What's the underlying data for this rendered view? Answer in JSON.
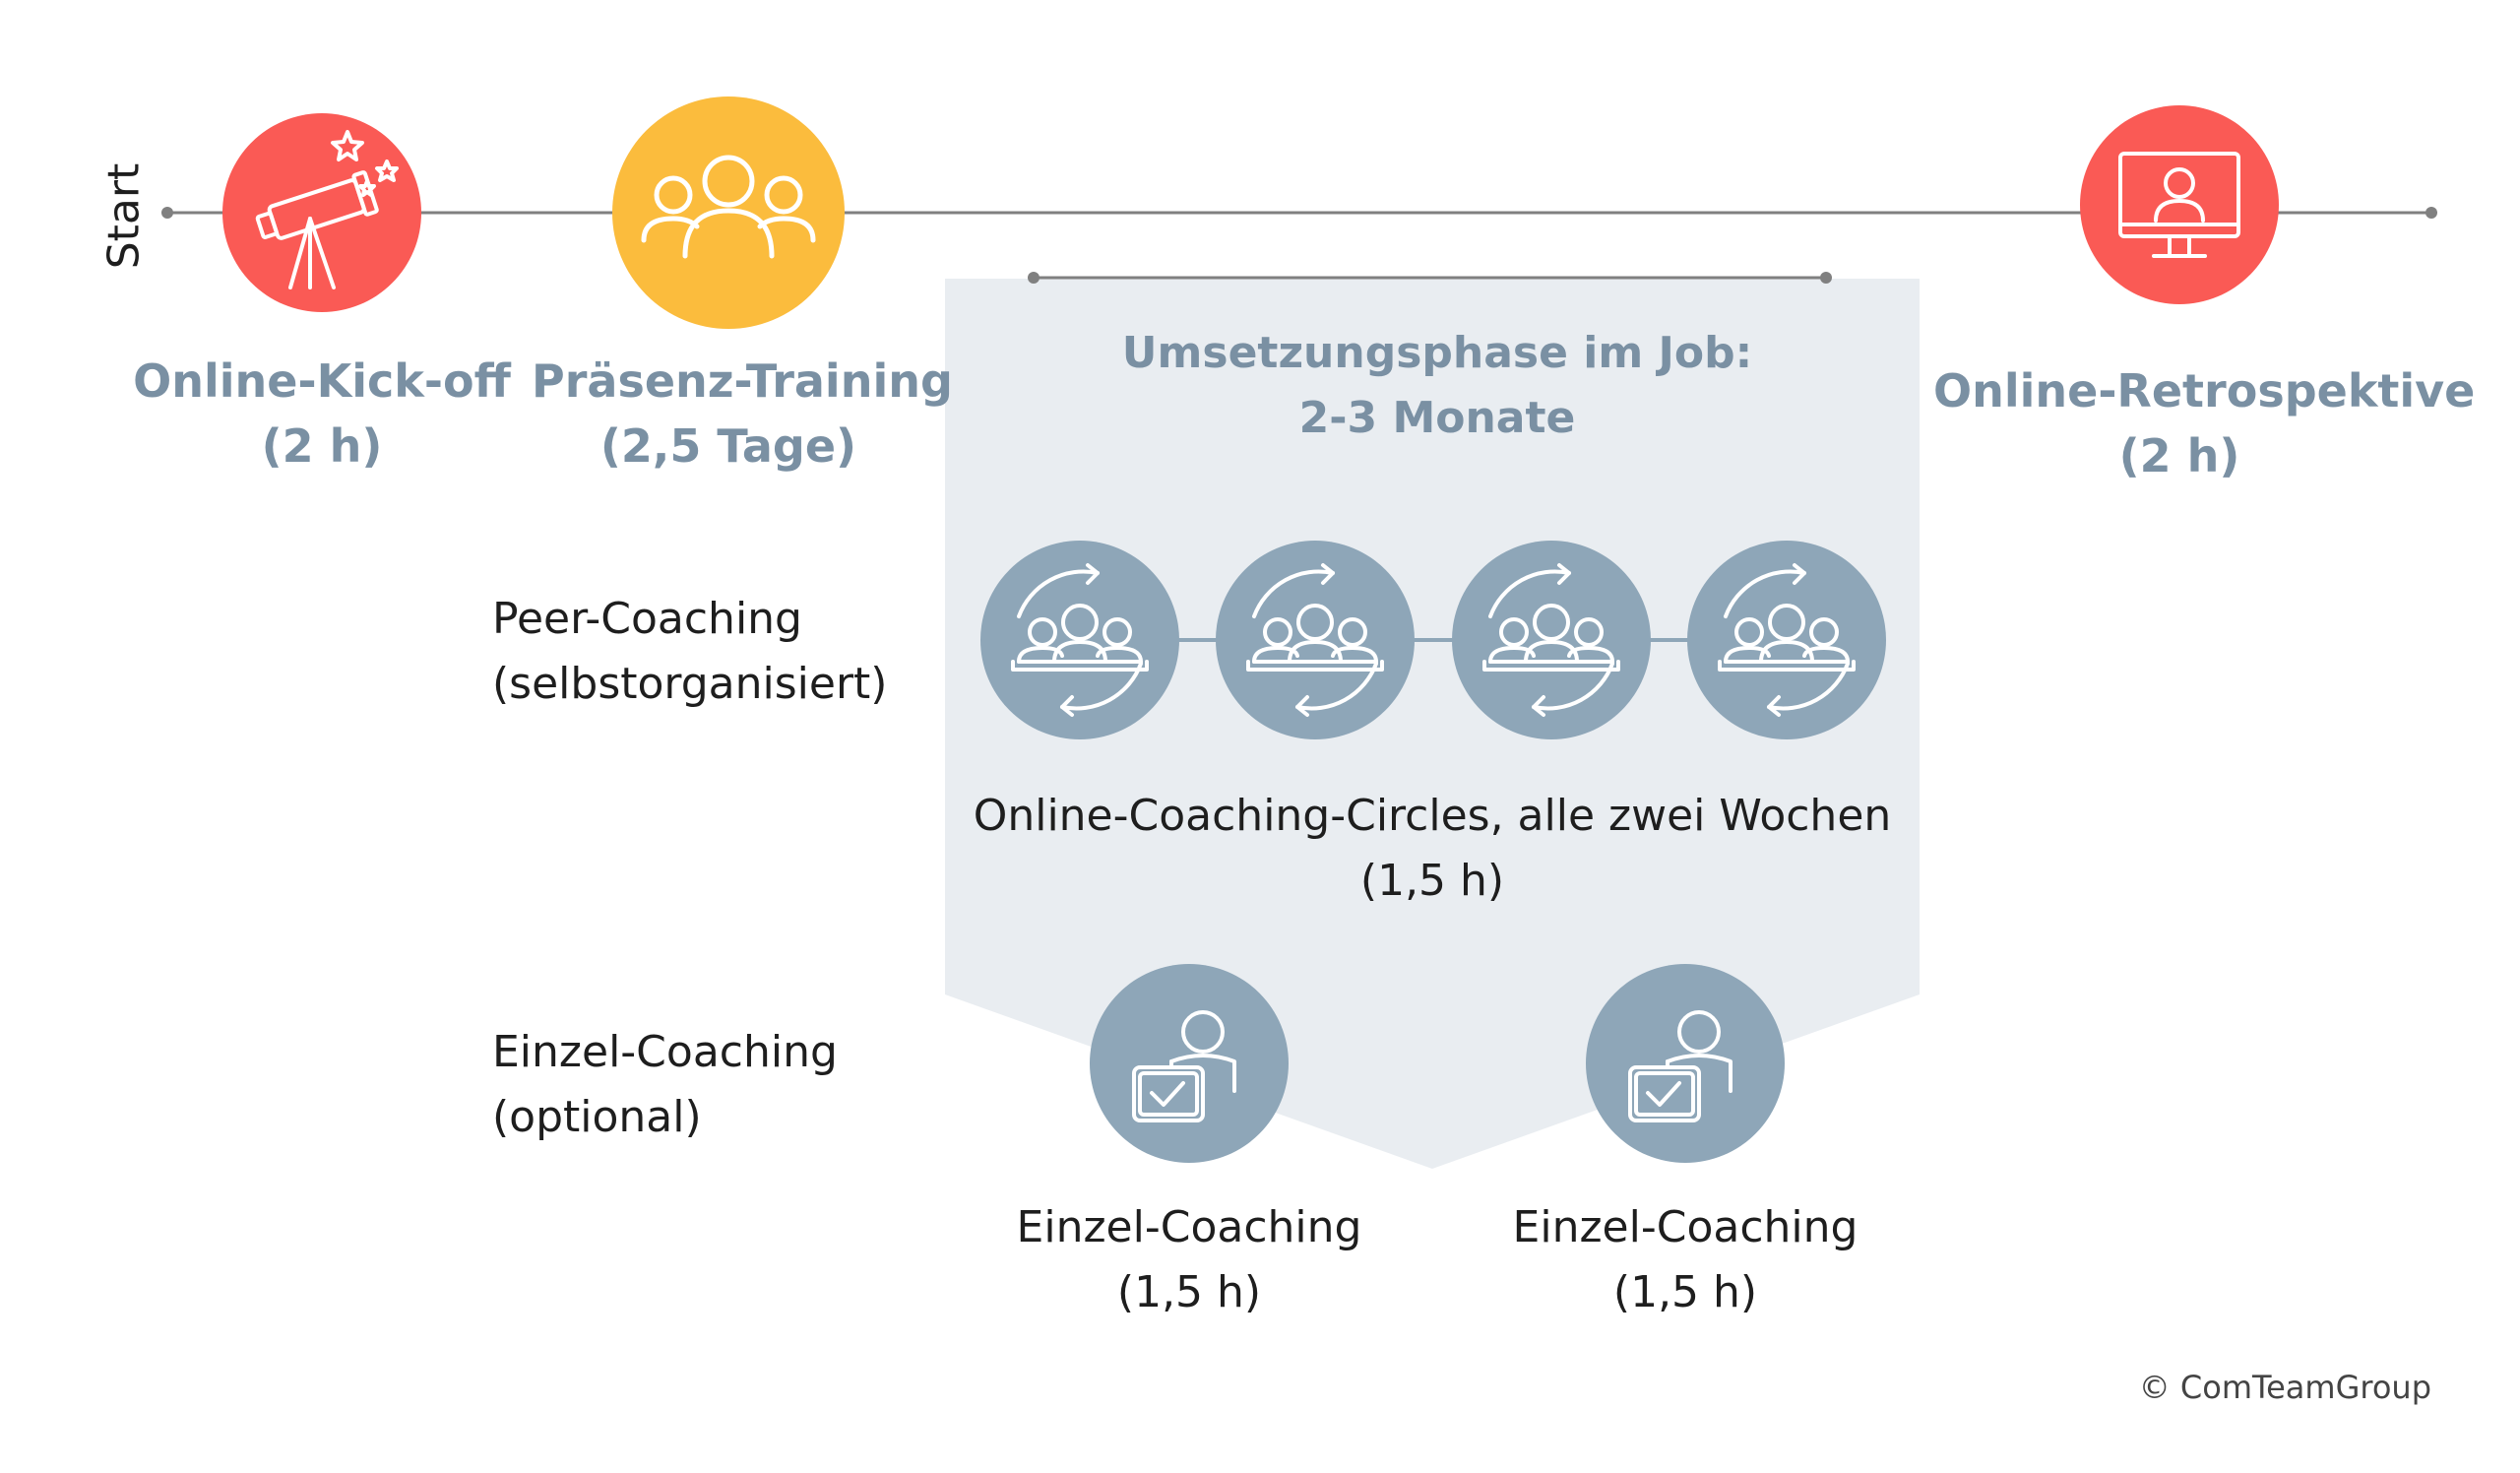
{
  "start_label": "Start",
  "stages": {
    "kickoff": {
      "title": "Online-Kick-off",
      "duration": "(2 h)",
      "icon": "telescope-icon",
      "color": "#fa5a55"
    },
    "training": {
      "title": "Präsenz-Training",
      "duration": "(2,5 Tage)",
      "icon": "group-icon",
      "color": "#fbbc3d"
    },
    "retrospective": {
      "title": "Online-Retrospektive",
      "duration": "(2 h)",
      "icon": "monitor-person-icon",
      "color": "#fa5a55"
    }
  },
  "phase": {
    "title": "Umsetzungsphase im Job:",
    "duration": "2-3 Monate",
    "background": "#e9edf1"
  },
  "rows": {
    "peer": {
      "label_line1": "Peer-Coaching",
      "label_line2": "(selbstorganisiert)"
    },
    "single": {
      "label_line1": "Einzel-Coaching",
      "label_line2": "(optional)"
    }
  },
  "circles": {
    "icon": "coaching-circle-icon",
    "count": 4,
    "caption_line1": "Online-Coaching-Circles, alle zwei Wochen",
    "caption_line2": "(1,5 h)"
  },
  "single_sessions": [
    {
      "title": "Einzel-Coaching",
      "duration": "(1,5 h)",
      "icon": "person-check-icon"
    },
    {
      "title": "Einzel-Coaching",
      "duration": "(1,5 h)",
      "icon": "person-check-icon"
    }
  ],
  "colors": {
    "icon_blue": "#8ea6b8",
    "line": "#808080",
    "label_blue": "#7a90a3"
  },
  "copyright": "© ComTeamGroup"
}
